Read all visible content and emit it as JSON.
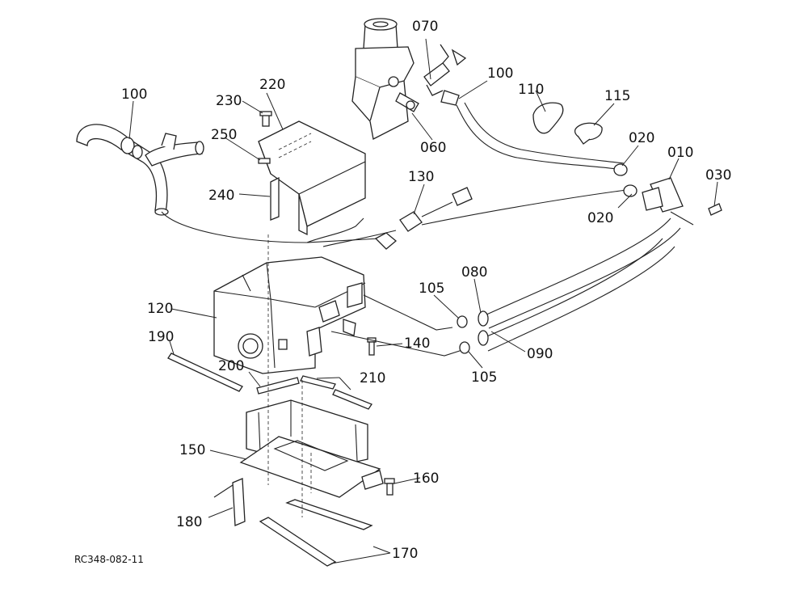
{
  "diagram": {
    "drawing_code": "RC348-082-11",
    "callouts": [
      {
        "id": "c070",
        "label": "070"
      },
      {
        "id": "c100a",
        "label": "100"
      },
      {
        "id": "c220",
        "label": "220"
      },
      {
        "id": "c230",
        "label": "230"
      },
      {
        "id": "c100b",
        "label": "100"
      },
      {
        "id": "c110",
        "label": "110"
      },
      {
        "id": "c115",
        "label": "115"
      },
      {
        "id": "c250",
        "label": "250"
      },
      {
        "id": "c060",
        "label": "060"
      },
      {
        "id": "c020a",
        "label": "020"
      },
      {
        "id": "c010",
        "label": "010"
      },
      {
        "id": "c030",
        "label": "030"
      },
      {
        "id": "c130",
        "label": "130"
      },
      {
        "id": "c240",
        "label": "240"
      },
      {
        "id": "c020b",
        "label": "020"
      },
      {
        "id": "c080",
        "label": "080"
      },
      {
        "id": "c105a",
        "label": "105"
      },
      {
        "id": "c120",
        "label": "120"
      },
      {
        "id": "c140",
        "label": "140"
      },
      {
        "id": "c190",
        "label": "190"
      },
      {
        "id": "c090",
        "label": "090"
      },
      {
        "id": "c200",
        "label": "200"
      },
      {
        "id": "c105b",
        "label": "105"
      },
      {
        "id": "c210",
        "label": "210"
      },
      {
        "id": "c150",
        "label": "150"
      },
      {
        "id": "c160",
        "label": "160"
      },
      {
        "id": "c180",
        "label": "180"
      },
      {
        "id": "c170",
        "label": "170"
      }
    ]
  }
}
